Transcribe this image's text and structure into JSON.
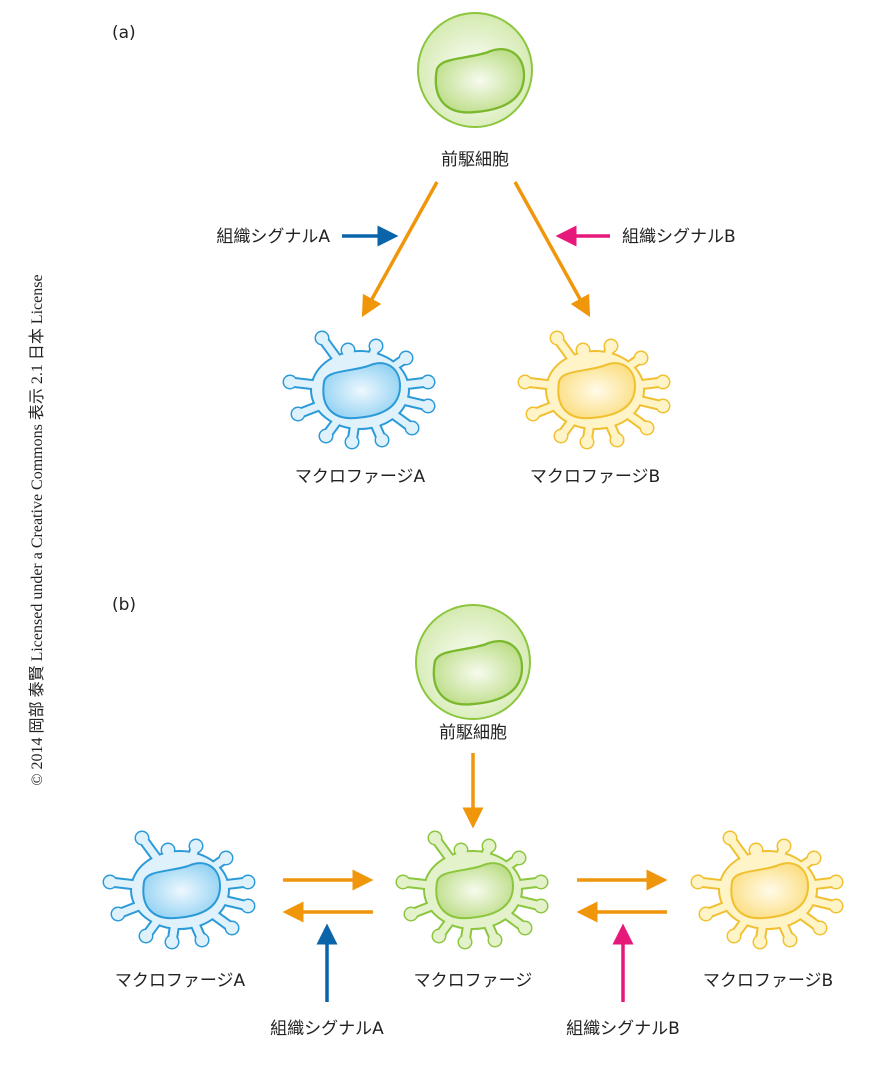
{
  "copyright": "© 2014 岡部 泰賢 Licensed under a Creative Commons 表示 2.1 日本 License",
  "panel_a": {
    "label": "(a)",
    "precursor": "前駆細胞",
    "signal_a": "組織シグナルA",
    "signal_b": "組織シグナルB",
    "macrophage_a": "マクロファージA",
    "macrophage_b": "マクロファージB"
  },
  "panel_b": {
    "label": "(b)",
    "precursor": "前駆細胞",
    "macrophage_a": "マクロファージA",
    "macrophage": "マクロファージ",
    "macrophage_b": "マクロファージB",
    "signal_a": "組織シグナルA",
    "signal_b": "組織シグナルB"
  },
  "colors": {
    "orange": "#f0960a",
    "blue": "#0a64aa",
    "magenta": "#e6197a",
    "green": "#8cc63e",
    "cyan": "#3aa8e0",
    "yellow": "#f5c842"
  }
}
